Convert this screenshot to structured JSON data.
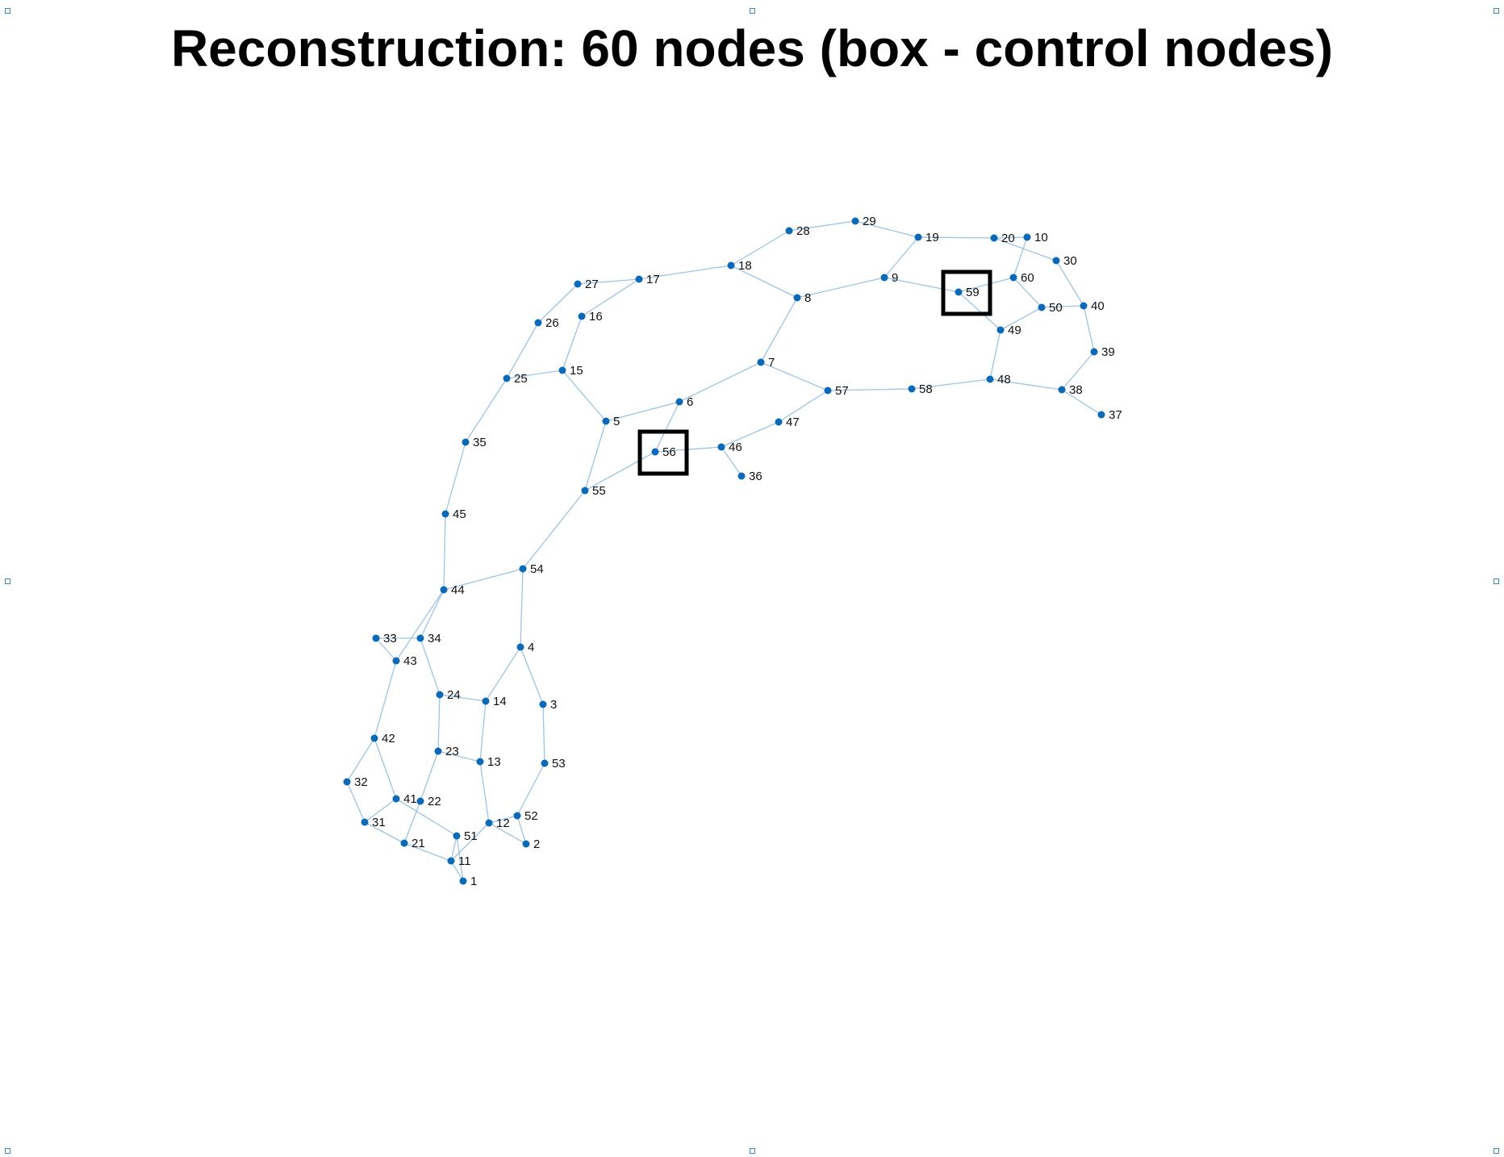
{
  "title": "Reconstruction: 60 nodes (box - control nodes)",
  "colors": {
    "node": "#0b6ab8",
    "edge": "#9fc3e4",
    "box": "#000000",
    "handle": "#3a86c8"
  },
  "graph": {
    "nodes": [
      {
        "id": 1,
        "label": "1"
      },
      {
        "id": 2,
        "label": "2"
      },
      {
        "id": 3,
        "label": "3"
      },
      {
        "id": 4,
        "label": "4"
      },
      {
        "id": 5,
        "label": "5"
      },
      {
        "id": 6,
        "label": "6"
      },
      {
        "id": 7,
        "label": "7"
      },
      {
        "id": 8,
        "label": "8"
      },
      {
        "id": 9,
        "label": "9"
      },
      {
        "id": 10,
        "label": "10"
      },
      {
        "id": 11,
        "label": "11"
      },
      {
        "id": 12,
        "label": "12"
      },
      {
        "id": 13,
        "label": "13"
      },
      {
        "id": 14,
        "label": "14"
      },
      {
        "id": 15,
        "label": "15"
      },
      {
        "id": 16,
        "label": "16"
      },
      {
        "id": 17,
        "label": "17"
      },
      {
        "id": 18,
        "label": "18"
      },
      {
        "id": 19,
        "label": "19"
      },
      {
        "id": 20,
        "label": "20"
      },
      {
        "id": 21,
        "label": "21"
      },
      {
        "id": 22,
        "label": "22"
      },
      {
        "id": 23,
        "label": "23"
      },
      {
        "id": 24,
        "label": "24"
      },
      {
        "id": 25,
        "label": "25"
      },
      {
        "id": 26,
        "label": "26"
      },
      {
        "id": 27,
        "label": "27"
      },
      {
        "id": 28,
        "label": "28"
      },
      {
        "id": 29,
        "label": "29"
      },
      {
        "id": 30,
        "label": "30"
      },
      {
        "id": 31,
        "label": "31"
      },
      {
        "id": 32,
        "label": "32"
      },
      {
        "id": 33,
        "label": "33"
      },
      {
        "id": 34,
        "label": "34"
      },
      {
        "id": 35,
        "label": "35"
      },
      {
        "id": 36,
        "label": "36"
      },
      {
        "id": 37,
        "label": "37"
      },
      {
        "id": 38,
        "label": "38"
      },
      {
        "id": 39,
        "label": "39"
      },
      {
        "id": 40,
        "label": "40"
      },
      {
        "id": 41,
        "label": "41"
      },
      {
        "id": 42,
        "label": "42"
      },
      {
        "id": 43,
        "label": "43"
      },
      {
        "id": 44,
        "label": "44"
      },
      {
        "id": 45,
        "label": "45"
      },
      {
        "id": 46,
        "label": "46"
      },
      {
        "id": 47,
        "label": "47"
      },
      {
        "id": 48,
        "label": "48"
      },
      {
        "id": 49,
        "label": "49"
      },
      {
        "id": 50,
        "label": "50"
      },
      {
        "id": 51,
        "label": "51"
      },
      {
        "id": 52,
        "label": "52"
      },
      {
        "id": 53,
        "label": "53"
      },
      {
        "id": 54,
        "label": "54"
      },
      {
        "id": 55,
        "label": "55"
      },
      {
        "id": 56,
        "label": "56"
      },
      {
        "id": 57,
        "label": "57"
      },
      {
        "id": 58,
        "label": "58"
      },
      {
        "id": 59,
        "label": "59"
      },
      {
        "id": 60,
        "label": "60"
      }
    ],
    "edges": [
      [
        1,
        11
      ],
      [
        1,
        51
      ],
      [
        11,
        21
      ],
      [
        11,
        12
      ],
      [
        11,
        51
      ],
      [
        21,
        31
      ],
      [
        21,
        22
      ],
      [
        31,
        32
      ],
      [
        31,
        41
      ],
      [
        32,
        42
      ],
      [
        41,
        42
      ],
      [
        41,
        51
      ],
      [
        22,
        23
      ],
      [
        23,
        24
      ],
      [
        23,
        13
      ],
      [
        24,
        14
      ],
      [
        24,
        34
      ],
      [
        13,
        14
      ],
      [
        13,
        12
      ],
      [
        12,
        52
      ],
      [
        12,
        2
      ],
      [
        52,
        2
      ],
      [
        52,
        53
      ],
      [
        53,
        3
      ],
      [
        3,
        4
      ],
      [
        4,
        14
      ],
      [
        4,
        54
      ],
      [
        42,
        43
      ],
      [
        43,
        33
      ],
      [
        43,
        44
      ],
      [
        33,
        34
      ],
      [
        34,
        44
      ],
      [
        44,
        54
      ],
      [
        44,
        45
      ],
      [
        45,
        35
      ],
      [
        35,
        25
      ],
      [
        25,
        15
      ],
      [
        25,
        26
      ],
      [
        26,
        27
      ],
      [
        27,
        17
      ],
      [
        15,
        16
      ],
      [
        15,
        5
      ],
      [
        16,
        17
      ],
      [
        17,
        18
      ],
      [
        18,
        28
      ],
      [
        18,
        8
      ],
      [
        28,
        29
      ],
      [
        29,
        19
      ],
      [
        19,
        20
      ],
      [
        19,
        9
      ],
      [
        20,
        10
      ],
      [
        20,
        30
      ],
      [
        9,
        8
      ],
      [
        9,
        59
      ],
      [
        8,
        7
      ],
      [
        7,
        6
      ],
      [
        7,
        57
      ],
      [
        6,
        5
      ],
      [
        6,
        56
      ],
      [
        5,
        55
      ],
      [
        55,
        54
      ],
      [
        55,
        56
      ],
      [
        56,
        46
      ],
      [
        46,
        36
      ],
      [
        46,
        47
      ],
      [
        47,
        57
      ],
      [
        57,
        58
      ],
      [
        58,
        48
      ],
      [
        48,
        49
      ],
      [
        48,
        38
      ],
      [
        49,
        59
      ],
      [
        49,
        50
      ],
      [
        59,
        60
      ],
      [
        60,
        10
      ],
      [
        60,
        50
      ],
      [
        50,
        40
      ],
      [
        30,
        40
      ],
      [
        40,
        39
      ],
      [
        39,
        38
      ],
      [
        38,
        37
      ]
    ],
    "control_nodes": [
      56,
      59
    ]
  }
}
